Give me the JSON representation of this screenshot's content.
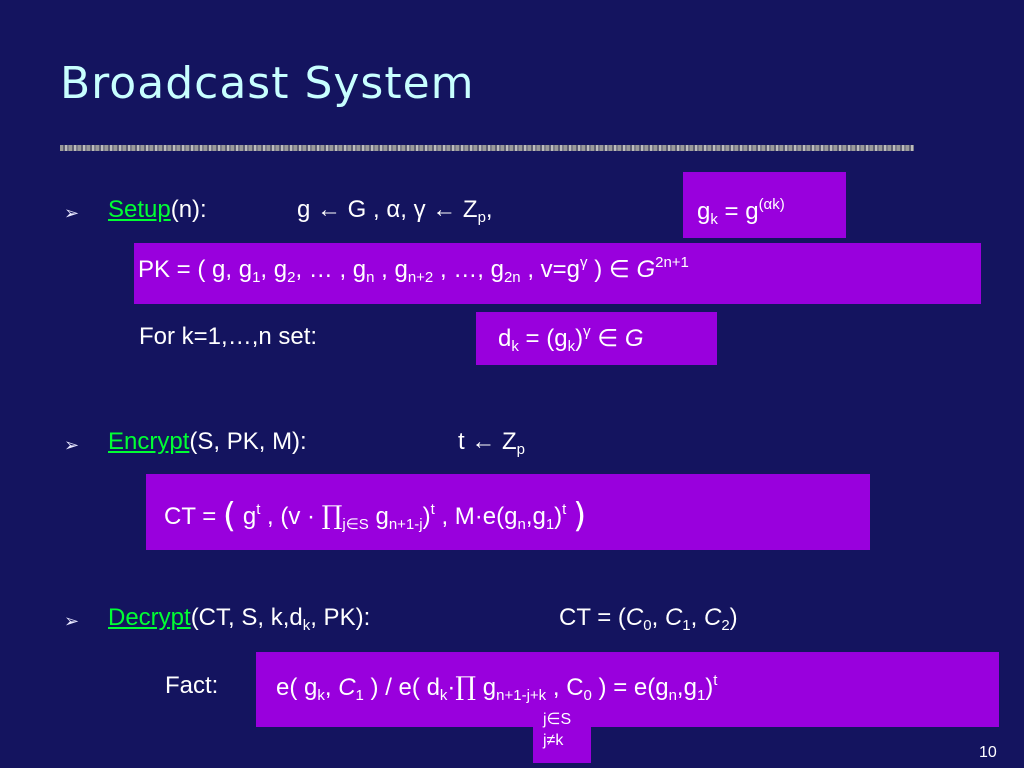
{
  "title": "Broadcast System",
  "page_number": "10",
  "bullets": [
    "➢",
    "➢",
    "➢"
  ],
  "setup": {
    "keyword": "Setup",
    "args": "(n):",
    "sample": "g ← G ,      α, γ  ← Z",
    "sample_sub": "p",
    "sample_tail": ",",
    "gk_box": "g",
    "gk_box_sub": "k",
    "gk_box_eq": " = g",
    "gk_box_sup": "(αk)",
    "pk_prefix": "PK = ( g,  g",
    "pk_s1": "1",
    "pk_t1": ",  g",
    "pk_s2": "2",
    "pk_t2": ", … , g",
    "pk_sn": "n",
    "pk_t3": " ,   g",
    "pk_sn2": "n+2",
    "pk_t4": " , …,  g",
    "pk_s2n": "2n",
    "pk_t5": " ,     v=g",
    "pk_supg": "γ",
    "pk_t6": " ) ∈ ",
    "pk_G": "G",
    "pk_supG": "2n+1",
    "forline": "For k=1,…,n   set:",
    "dk_a": "d",
    "dk_sub": "k",
    "dk_b": " = (g",
    "dk_sub2": "k",
    "dk_c": ")",
    "dk_sup": "γ",
    "dk_d": "  ∈ ",
    "dk_G": "G"
  },
  "encrypt": {
    "keyword": "Encrypt",
    "args": "(S, PK, M):",
    "sample": "t ← Z",
    "sample_sub": "p",
    "ct_a": "CT  =  ",
    "ct_paren_open": "(",
    "ct_b": "  g",
    "ct_sup_t": "t",
    "ct_c": " ,    (v · ",
    "ct_pi": "∏",
    "ct_pi_sub": "j∈S",
    "ct_d": " g",
    "ct_sub_idx": "n+1-j",
    "ct_e": ")",
    "ct_sup_t2": "t",
    "ct_f": "  ,   M·e(g",
    "ct_sub_n": "n",
    "ct_g": ",g",
    "ct_sub_1": "1",
    "ct_h": ")",
    "ct_sup_t3": "t",
    "ct_paren_close": ")"
  },
  "decrypt": {
    "keyword": "Decrypt",
    "args_a": "(CT, S, k,d",
    "args_sub": "k",
    "args_b": ", PK):",
    "ct_a": "CT = (",
    "c0": "C",
    "c0s": "0",
    "sep1": ", ",
    "c1": "C",
    "c1s": "1",
    "sep2": ", ",
    "c2": "C",
    "c2s": "2",
    "ct_end": ")",
    "fact_label": "Fact:",
    "f_a": "e( g",
    "f_sk": "k",
    "f_b": ", ",
    "f_C": "C",
    "f_C1": "1",
    "f_c": " ) / e( d",
    "f_sk2": "k",
    "f_dot": "·",
    "f_pi": "∏",
    "f_d": " g",
    "f_sidx": "n+1-j+k",
    "f_e": " ,  C",
    "f_s0": "0",
    "f_f": "  )  = e(g",
    "f_sn": "n",
    "f_g": ",g",
    "f_s1": "1",
    "f_h": ")",
    "f_supt": "t",
    "idx1": "j∈S",
    "idx2": "j≠k"
  }
}
